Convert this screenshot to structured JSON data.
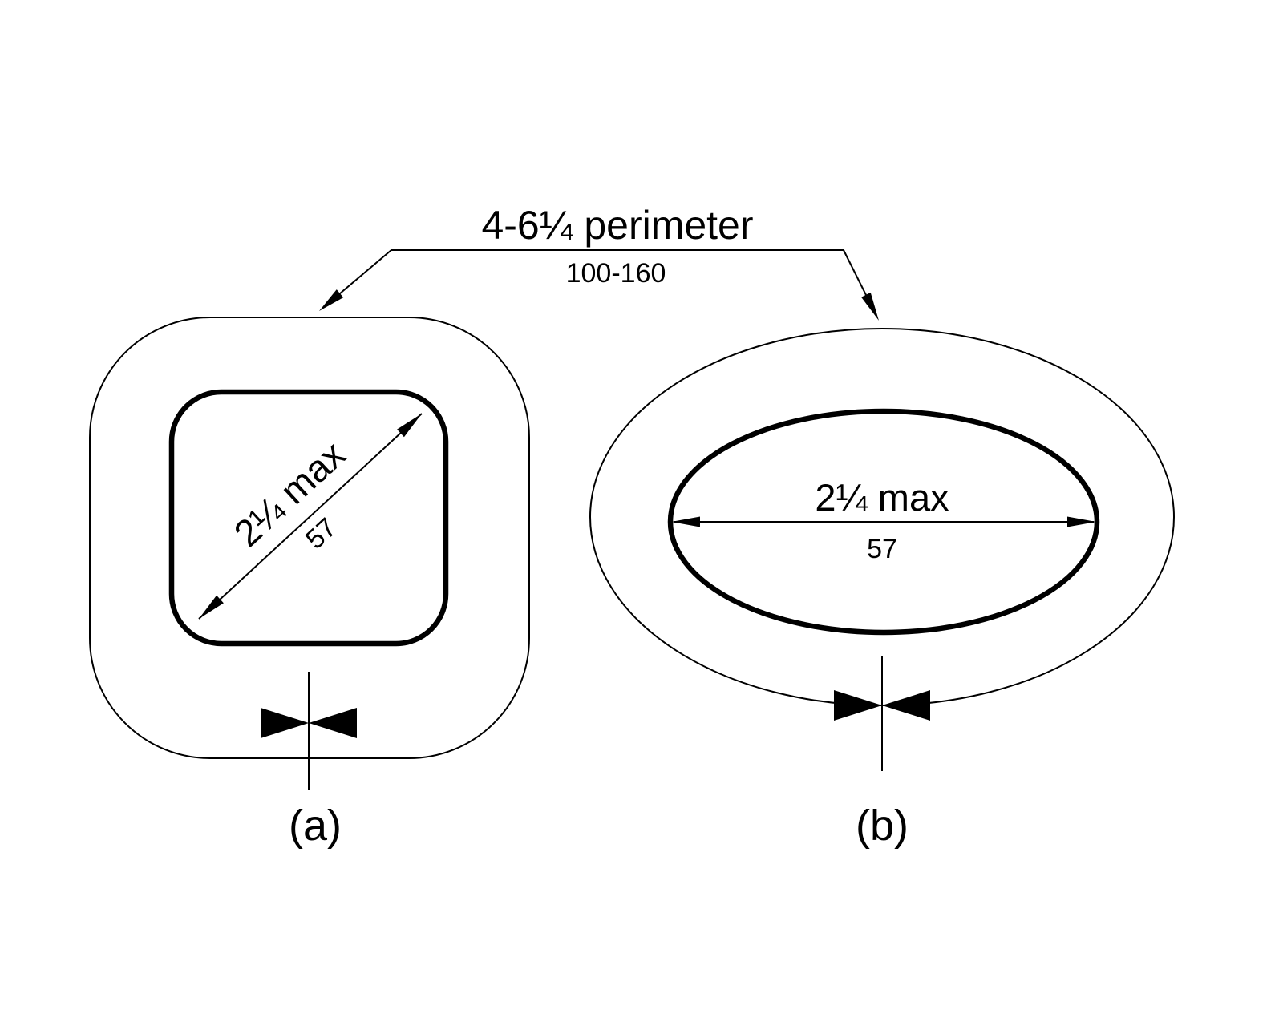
{
  "diagram": {
    "perimeter_label": "4-6¼ perimeter",
    "perimeter_metric": "100-160",
    "figure_a": {
      "dimension_label": "2¼ max",
      "dimension_metric": "57",
      "caption": "(a)"
    },
    "figure_b": {
      "dimension_label": "2¼ max",
      "dimension_metric": "57",
      "caption": "(b)"
    },
    "colors": {
      "ink": "#000000",
      "background": "#ffffff"
    }
  }
}
